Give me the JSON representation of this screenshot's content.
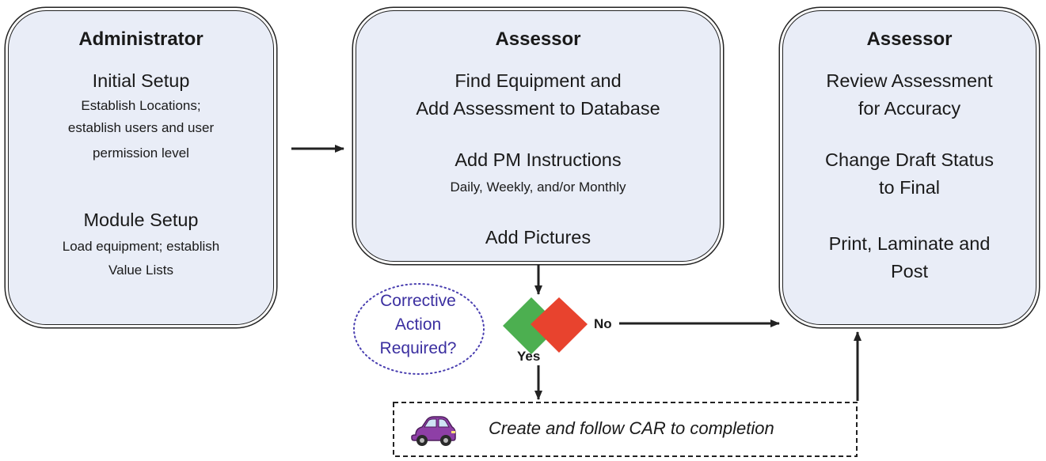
{
  "administrator_box": {
    "title": "Administrator",
    "initial_setup": "Initial Setup",
    "initial_setup_desc_1": "Establish Locations;",
    "initial_setup_desc_2": "establish users and user",
    "initial_setup_desc_3": "permission level",
    "module_setup": "Module Setup",
    "module_setup_desc_1": "Load equipment; establish",
    "module_setup_desc_2": "Value Lists"
  },
  "assessor_box_1": {
    "title": "Assessor",
    "step1_line1": "Find Equipment and",
    "step1_line2": "Add Assessment to Database",
    "step2": "Add PM Instructions",
    "step2_desc": "Daily, Weekly, and/or Monthly",
    "step3": "Add Pictures"
  },
  "assessor_box_2": {
    "title": "Assessor",
    "step1_line1": "Review Assessment",
    "step1_line2": "for Accuracy",
    "step2_line1": "Change Draft Status",
    "step2_line2": "to Final",
    "step3_line1": "Print, Laminate and",
    "step3_line2": "Post"
  },
  "decision": {
    "question_line1": "Corrective",
    "question_line2": "Action",
    "question_line3": "Required?",
    "no_label": "No",
    "yes_label": "Yes",
    "colors": {
      "green": "#4caf50",
      "red": "#e8432e",
      "question_text": "#3b2fa0"
    }
  },
  "car_box": {
    "text": "Create and follow CAR to completion",
    "icon": "car-icon",
    "icon_color": "#8e3fa6"
  },
  "colors": {
    "box_fill": "#e9edf7",
    "line": "#222222"
  }
}
